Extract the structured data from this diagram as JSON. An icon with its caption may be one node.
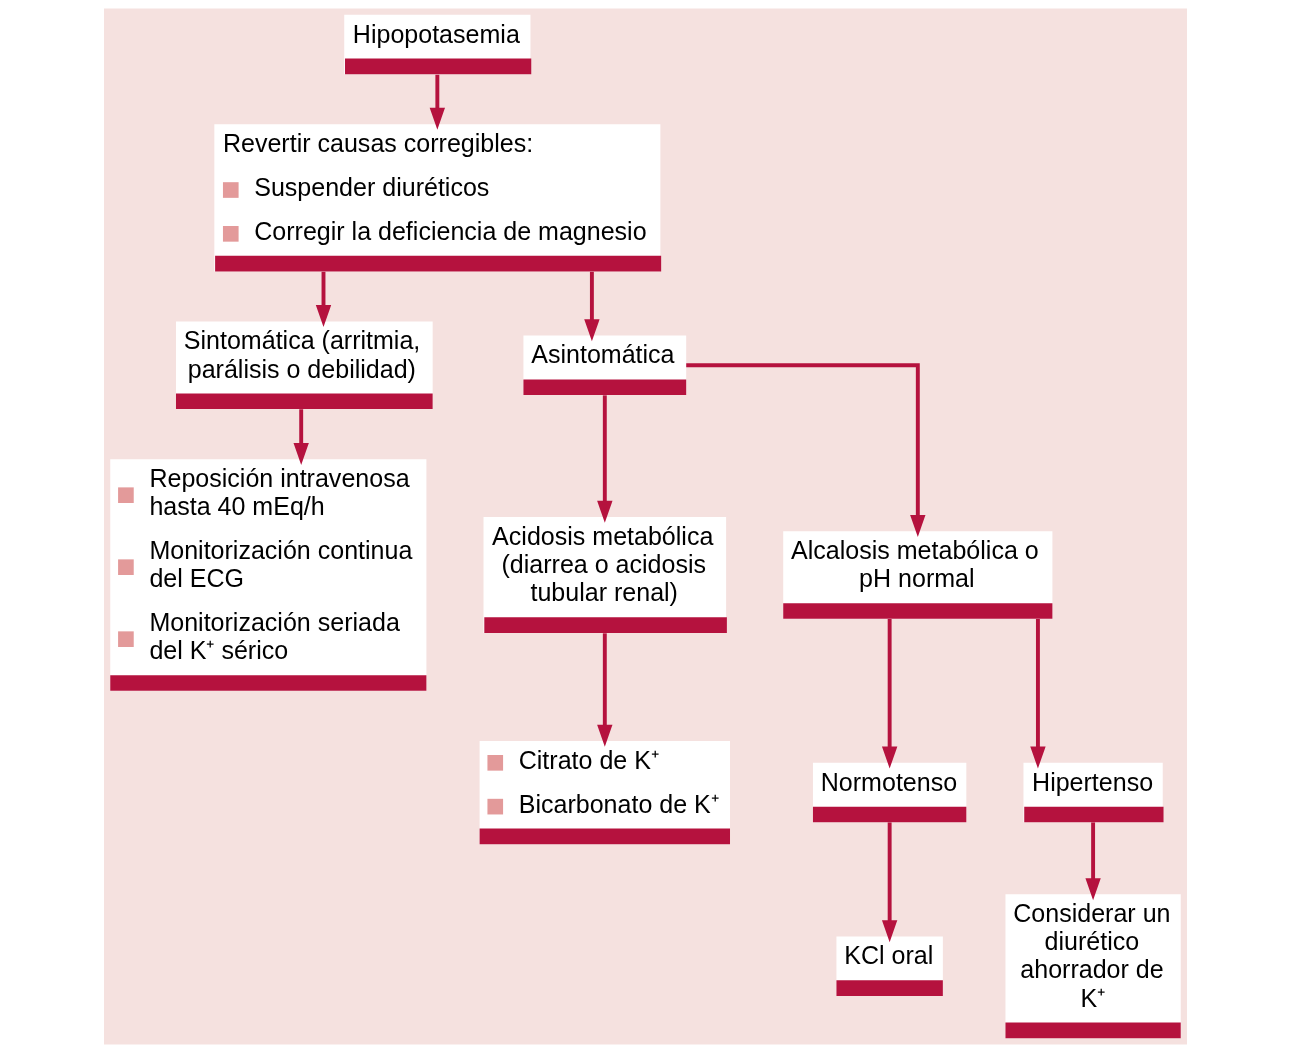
{
  "diagram": {
    "nodes": [
      {
        "text": [
          "Hipopotasemia"
        ]
      },
      {
        "text": [
          "Revertir causas corregibles:",
          "Suspender diuréticos",
          "Corregir la deficiencia de magnesio"
        ]
      },
      {
        "text": [
          "Sintomática (arritmia, parálisis o debilidad)"
        ]
      },
      {
        "text": [
          "Asintomática"
        ]
      },
      {
        "text": [
          "Reposición intravenosa hasta 40 mEq/h",
          "Monitorización continua del ECG",
          "Monitorización seriada del K⁺ sérico"
        ]
      },
      {
        "text": [
          "Acidosis metabólica (diarrea o acidosis tubular renal)"
        ]
      },
      {
        "text": [
          "Alcalosis metabólica o pH normal"
        ]
      },
      {
        "text": [
          "Citrato de K⁺",
          "Bicarbonato de K⁺"
        ]
      },
      {
        "text": [
          "Normotenso"
        ]
      },
      {
        "text": [
          "Hipertenso"
        ]
      },
      {
        "text": [
          "KCl oral"
        ]
      },
      {
        "text": [
          "Considerar un diurético ahorrador de K⁺"
        ]
      }
    ],
    "edges": [
      {
        "from": 0,
        "to": 1,
        "arrow": "to"
      },
      {
        "from": 1,
        "to": 2,
        "arrow": "to"
      },
      {
        "from": 1,
        "to": 3,
        "arrow": "to"
      },
      {
        "from": 2,
        "to": 4,
        "arrow": "to"
      },
      {
        "from": 3,
        "to": 5,
        "arrow": "to"
      },
      {
        "from": 3,
        "to": 6,
        "arrow": "to"
      },
      {
        "from": 5,
        "to": 7,
        "arrow": "to"
      },
      {
        "from": 6,
        "to": 8,
        "arrow": "to"
      },
      {
        "from": 6,
        "to": 9,
        "arrow": "to"
      },
      {
        "from": 8,
        "to": 10,
        "arrow": "to"
      },
      {
        "from": 9,
        "to": 11,
        "arrow": "to"
      }
    ]
  }
}
